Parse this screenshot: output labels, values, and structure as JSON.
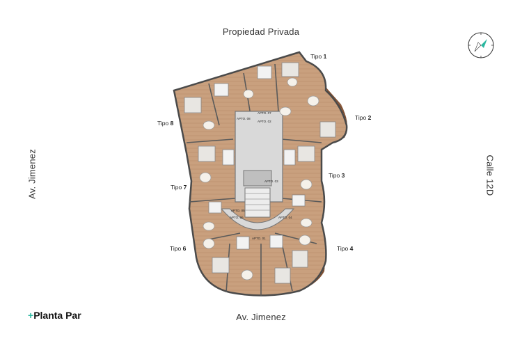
{
  "streets": {
    "top": "Propiedad Privada",
    "bottom": "Av. Jimenez",
    "left": "Av. Jimenez",
    "right": "Calle 12D"
  },
  "tipos": [
    {
      "word": "Tipo",
      "num": "1"
    },
    {
      "word": "Tipo",
      "num": "2"
    },
    {
      "word": "Tipo",
      "num": "3"
    },
    {
      "word": "Tipo",
      "num": "4"
    },
    {
      "word": "Tipo",
      "num": "6"
    },
    {
      "word": "Tipo",
      "num": "7"
    },
    {
      "word": "Tipo",
      "num": "8"
    }
  ],
  "apartments": [
    "APTO. 01",
    "APTO. 02",
    "APTO. 03",
    "APTO. 04",
    "APTO. 05",
    "APTO. 06",
    "APTO. 07",
    "APTO. 08"
  ],
  "brand": {
    "plus": "+",
    "name": "Planta Par"
  },
  "colors": {
    "floor": "#c9a07e",
    "wall": "#555555",
    "terrace": "#8b5a3c",
    "core": "#d9d9d9",
    "accent": "#2bb8a0"
  },
  "icons": {
    "compass": "compass-icon"
  }
}
